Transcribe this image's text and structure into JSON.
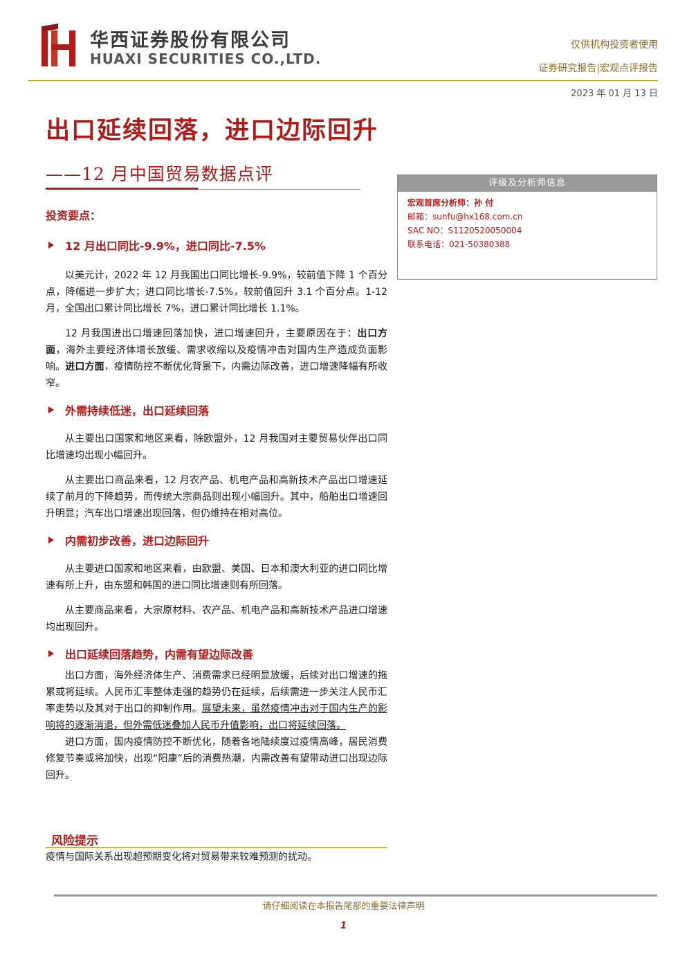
{
  "header": {
    "company_cn": "华西证券股份有限公司",
    "company_en": "HUAXI SECURITIES CO.,LTD.",
    "audience": "仅供机构投资者使用",
    "report_type": "证券研究报告|宏观点评报告",
    "date": "2023 年 01 月 13 日",
    "colors": {
      "brand_red": "#b01b1b",
      "gold": "#b8860b"
    }
  },
  "title": "出口延续回落，进口边际回升",
  "subtitle": "——12 月中国贸易数据点评",
  "info": {
    "heading": "评级及分析师信息",
    "analyst": "宏观首席分析师：孙 付",
    "email": "邮箱：sunfu@hx168.com.cn",
    "sac": "SAC NO：S1120520050004",
    "phone": "联系电话：021-50380388"
  },
  "key_points_label": "投资要点：",
  "sections": [
    {
      "heading": "12 月出口同比-9.9%，进口同比-7.5%",
      "paragraphs": [
        "以美元计，2022 年 12 月我国出口同比增长-9.9%，较前值下降 1 个百分点，降幅进一步扩大；进口同比增长-7.5%，较前值回升 3.1 个百分点。1-12 月，全国出口累计同比增长 7%，进口累计同比增长 1.1%。"
      ],
      "p2": {
        "a": "12 月我国进出口增速回落加快，进口增速回升，主要原因在于：",
        "b1": "出口方面",
        "c": "，海外主要经济体增长放缓、需求收缩以及疫情冲击对国内生产造成负面影响。",
        "b2": "进口方面",
        "d": "，疫情防控不断优化背景下，内需边际改善，进口增速降幅有所收窄。"
      }
    },
    {
      "heading": "外需持续低迷，出口延续回落",
      "paragraphs": [
        "从主要出口国家和地区来看，除欧盟外，12 月我国对主要贸易伙伴出口同比增速均出现小幅回升。",
        "从主要出口商品来看，12 月农产品、机电产品和高新技术产品出口增速延续了前月的下降趋势，而传统大宗商品则出现小幅回升。其中，船舶出口增速回升明显；汽车出口增速出现回落，但仍维持在相对高位。"
      ]
    },
    {
      "heading": "内需初步改善，进口边际回升",
      "paragraphs": [
        "从主要进口国家和地区来看，由欧盟、美国、日本和澳大利亚的进口同比增速有所上升，由东盟和韩国的进口同比增速则有所回落。",
        "从主要商品来看，大宗原材料、农产品、机电产品和高新技术产品进口增速均出现回升。"
      ]
    },
    {
      "heading": "出口延续回落趋势，内需有望边际改善",
      "p1": {
        "a": "出口方面，海外经济体生产、消费需求已经明显放缓，后续对出口增速的拖累或将延续。人民币汇率整体走强的趋势仍在延续，后续需进一步关注人民币汇率走势以及其对于出口的抑制作用。",
        "u": "展望未来，虽然疫情冲击对于国内生产的影响将的逐渐消退，但外需低迷叠加人民币升值影响，出口将延续回落。"
      },
      "paragraphs": [
        "进口方面，国内疫情防控不断优化，随着各地陆续度过疫情高峰，居民消费修复节奏或将加快，出现“阳康”后的消费热潮，内需改善有望带动进口出现边际回升。"
      ]
    }
  ],
  "risk": {
    "title": "风险提示",
    "text": "疫情与国际关系出现超预期变化将对贸易带来较难预测的扰动。"
  },
  "footer": {
    "note": "请仔细阅读在本报告尾部的重要法律声明",
    "page": "1"
  }
}
